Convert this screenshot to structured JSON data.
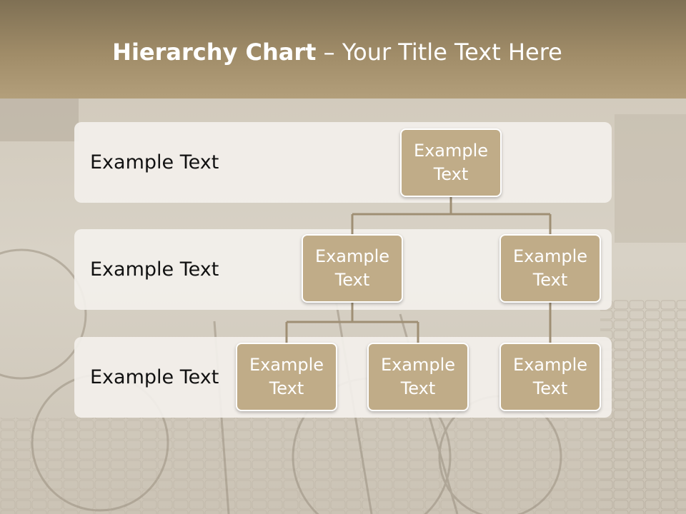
{
  "title": {
    "bold": "Hierarchy Chart",
    "rest": " – Your Title Text Here"
  },
  "rows": [
    {
      "label": "Example Text"
    },
    {
      "label": "Example Text"
    },
    {
      "label": "Example Text"
    }
  ],
  "nodes": {
    "root": "Example Text",
    "level2_left": "Example Text",
    "level2_right": "Example Text",
    "level3_a": "Example Text",
    "level3_b": "Example Text",
    "level3_c": "Example Text"
  },
  "colors": {
    "header": "#a08c68",
    "node_fill": "#c0ac88",
    "connector": "#9f8f74",
    "band": "#f3f0eb"
  }
}
